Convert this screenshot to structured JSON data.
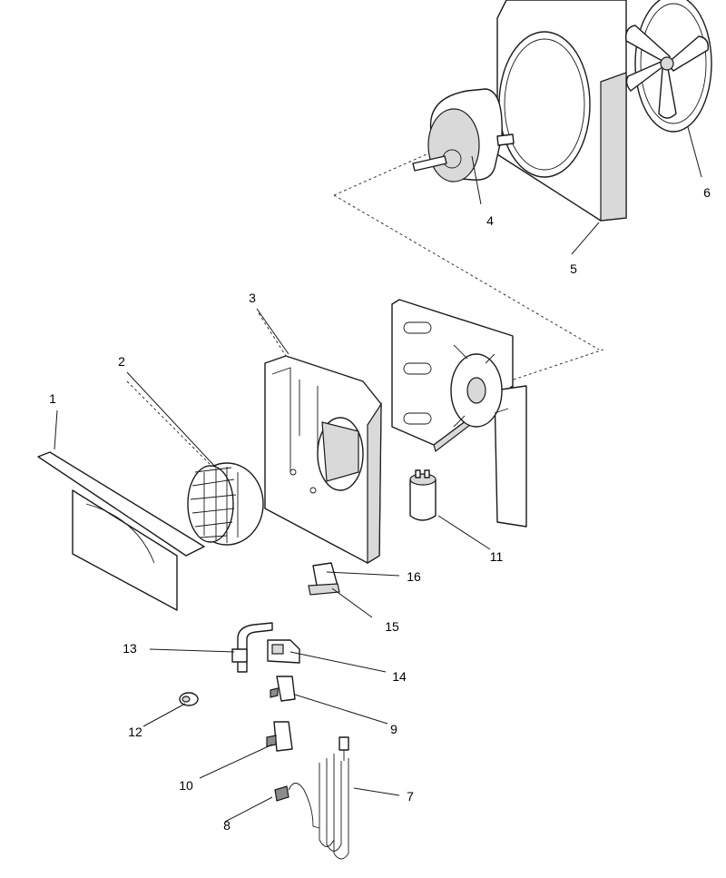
{
  "callouts": [
    {
      "id": "1",
      "label": "1"
    },
    {
      "id": "2",
      "label": "2"
    },
    {
      "id": "3",
      "label": "3"
    },
    {
      "id": "4",
      "label": "4"
    },
    {
      "id": "5",
      "label": "5"
    },
    {
      "id": "6",
      "label": "6"
    },
    {
      "id": "7",
      "label": "7"
    },
    {
      "id": "8",
      "label": "8"
    },
    {
      "id": "9",
      "label": "9"
    },
    {
      "id": "10",
      "label": "10"
    },
    {
      "id": "11",
      "label": "11"
    },
    {
      "id": "12",
      "label": "12"
    },
    {
      "id": "13",
      "label": "13"
    },
    {
      "id": "14",
      "label": "14"
    },
    {
      "id": "15",
      "label": "15"
    },
    {
      "id": "16",
      "label": "16"
    }
  ],
  "colors": {
    "line": "#1a1a1a",
    "background": "#ffffff",
    "shade": "#d9d9d9"
  }
}
